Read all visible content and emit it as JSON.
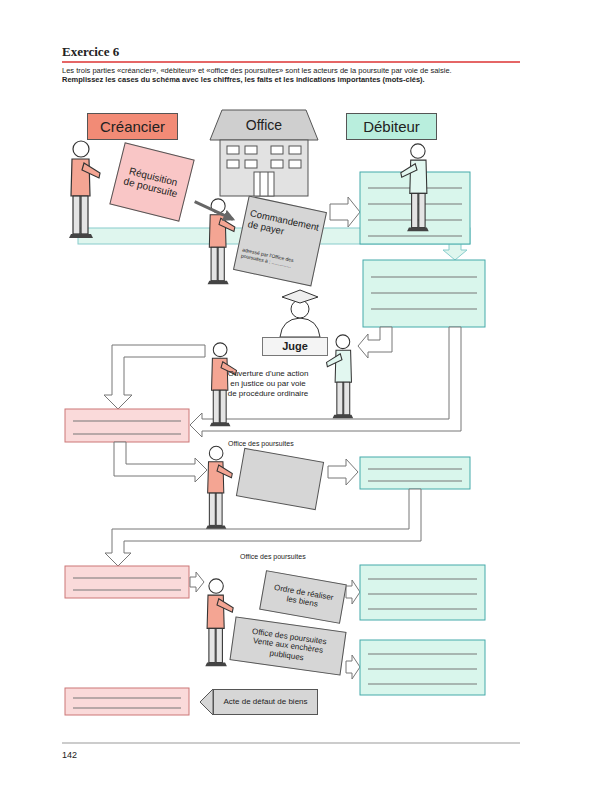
{
  "diagram": {
    "title": "Exercice 6",
    "nodes": [
      {
        "text": [
          "Créancier"
        ]
      },
      {
        "text": [
          "Office"
        ]
      },
      {
        "text": [
          "Débiteur"
        ]
      },
      {
        "text": [
          "Réquisition de poursuite"
        ]
      },
      {
        "text": [
          "Commandement de payer",
          "adressé par l'Office des poursuites à : .............."
        ]
      },
      {
        "text": [
          "Juge"
        ]
      },
      {
        "text": [
          "Ordre de réaliser les biens"
        ]
      },
      {
        "text": [
          "Office des poursuites",
          "Vente aux enchères publiques"
        ]
      },
      {
        "text": [
          "Acte de défaut de biens"
        ]
      }
    ],
    "edges": [
      {
        "from": 3,
        "to": 4,
        "arrow": "to"
      }
    ],
    "labels": [
      "Les trois parties «créancier», «débiteur» et «office des poursuites» sont les acteurs de la poursuite par voie de saisie.",
      "Remplissez les cases du schéma avec les chiffres, les faits et les indications importantes (mots-clés).",
      "Ouverture d'une action en justice ou par voie de procédure ordinaire",
      "Office des poursuites",
      "Office des poursuites",
      "142"
    ]
  }
}
